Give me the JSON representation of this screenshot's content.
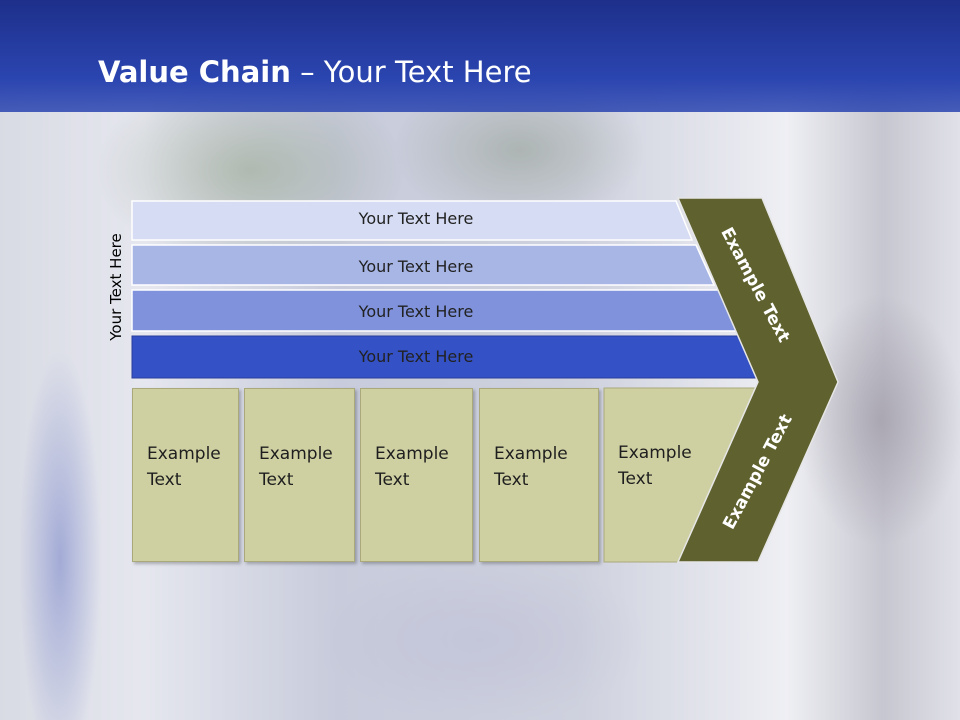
{
  "slide": {
    "title_bold": "Value Chain",
    "title_rest": " – Your Text Here",
    "vertical_label": "Your Text Here"
  },
  "rows": [
    {
      "label": "Your Text Here",
      "color": "#d5dcf3"
    },
    {
      "label": "Your Text Here",
      "color": "#a8b6e6"
    },
    {
      "label": "Your Text Here",
      "color": "#7f92db"
    },
    {
      "label": "Your Text Here",
      "color": "#3451c6"
    }
  ],
  "boxes": [
    {
      "line1": "Example",
      "line2": "Text"
    },
    {
      "line1": "Example",
      "line2": "Text"
    },
    {
      "line1": "Example",
      "line2": "Text"
    },
    {
      "line1": "Example",
      "line2": "Text"
    },
    {
      "line1": "Example",
      "line2": "Text"
    }
  ],
  "chevron": {
    "upper_text": "Example Text",
    "lower_text": "Example Text",
    "color": "#5f612f"
  },
  "colors": {
    "header": "#2b45b0",
    "box_fill": "#cfd0a2"
  }
}
